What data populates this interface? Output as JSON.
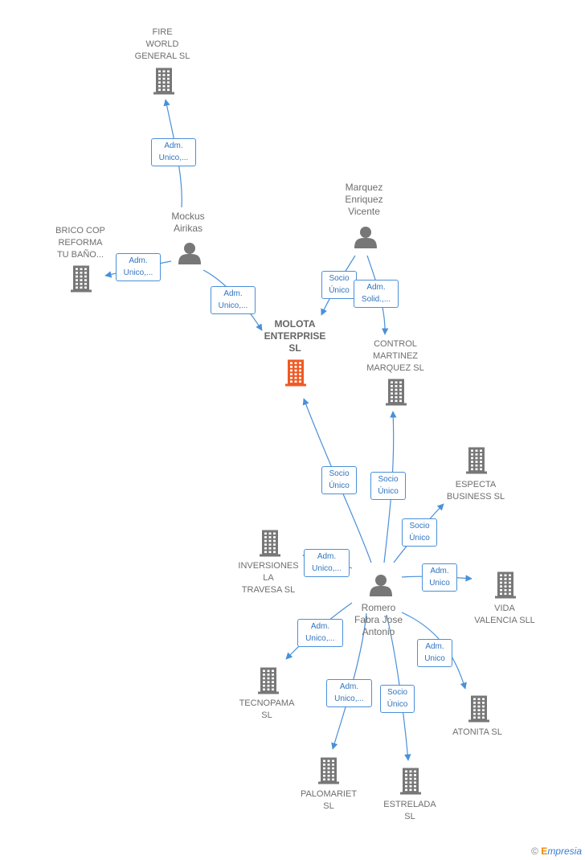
{
  "colors": {
    "edge": "#4a90d9",
    "company": "#777777",
    "central": "#ee5a24",
    "person": "#777777"
  },
  "nodes": [
    {
      "id": "fire",
      "kind": "company-icon",
      "label": "FIRE\nWORLD\nGENERAL  SL"
    },
    {
      "id": "brico",
      "kind": "company-icon",
      "label": "BRICO COP\nREFORMA\nTU BAÑO..."
    },
    {
      "id": "mockus",
      "kind": "person-icon",
      "label": "Mockus\nAirikas"
    },
    {
      "id": "marquez",
      "kind": "person-icon",
      "label": "Marquez\nEnriquez\nVicente"
    },
    {
      "id": "molota",
      "kind": "company-icon",
      "label": "MOLOTA\nENTERPRISE\nSL",
      "central": true
    },
    {
      "id": "control",
      "kind": "company-icon",
      "label": "CONTROL\nMARTINEZ\nMARQUEZ  SL"
    },
    {
      "id": "especta",
      "kind": "company-icon",
      "label": "ESPECTA\nBUSINESS  SL"
    },
    {
      "id": "inversiones",
      "kind": "company-icon",
      "label": "INVERSIONES\nLA\nTRAVESA  SL"
    },
    {
      "id": "romero",
      "kind": "person-icon",
      "label": "Romero\nFabra Jose\nAntonio"
    },
    {
      "id": "vida",
      "kind": "company-icon",
      "label": "VIDA\nVALENCIA SLL"
    },
    {
      "id": "tecnopama",
      "kind": "company-icon",
      "label": "TECNOPAMA\nSL"
    },
    {
      "id": "atonita",
      "kind": "company-icon",
      "label": "ATONITA SL"
    },
    {
      "id": "palomariet",
      "kind": "company-icon",
      "label": "PALOMARIET\nSL"
    },
    {
      "id": "estrelada",
      "kind": "company-icon",
      "label": "ESTRELADA\nSL"
    }
  ],
  "edges": [
    {
      "from": "mockus",
      "to": "fire",
      "label": "Adm.\nUnico,..."
    },
    {
      "from": "mockus",
      "to": "brico",
      "label": "Adm.\nUnico,..."
    },
    {
      "from": "mockus",
      "to": "molota",
      "label": "Adm.\nUnico,..."
    },
    {
      "from": "marquez",
      "to": "molota",
      "label": "Socio\nÚnico"
    },
    {
      "from": "marquez",
      "to": "control",
      "label": "Adm.\nSolid.,..."
    },
    {
      "from": "romero",
      "to": "molota",
      "label": "Socio\nÚnico"
    },
    {
      "from": "romero",
      "to": "control",
      "label": "Socio\nÚnico"
    },
    {
      "from": "romero",
      "to": "especta",
      "label": "Socio\nÚnico"
    },
    {
      "from": "romero",
      "to": "inversiones",
      "label": "Adm.\nUnico,..."
    },
    {
      "from": "romero",
      "to": "vida",
      "label": "Adm.\nUnico"
    },
    {
      "from": "romero",
      "to": "tecnopama",
      "label": "Adm.\nUnico,..."
    },
    {
      "from": "romero",
      "to": "atonita",
      "label": "Adm.\nUnico"
    },
    {
      "from": "romero",
      "to": "palomariet",
      "label": "Adm.\nUnico,..."
    },
    {
      "from": "romero",
      "to": "estrelada",
      "label": "Socio\nÚnico"
    }
  ],
  "footer": {
    "copyright": "©",
    "brand_first": "E",
    "brand_rest": "mpresia"
  }
}
